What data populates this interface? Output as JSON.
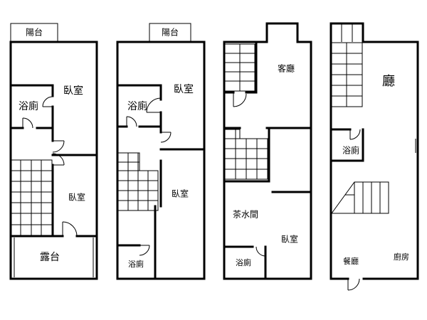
{
  "plan1": {
    "balcony": "陽台",
    "bedroom_a": "臥室",
    "bath": "浴廁",
    "bedroom_b": "臥室",
    "terrace": "露台"
  },
  "plan2": {
    "balcony": "陽台",
    "bedroom_a": "臥室",
    "bath_a": "浴廁",
    "bedroom_b": "臥室",
    "bath_b": "浴廁"
  },
  "plan3": {
    "living": "客廳",
    "tea_room": "茶水間",
    "bedroom": "臥室",
    "bath": "浴廁"
  },
  "plan4": {
    "hall": "廳",
    "bath": "浴廁",
    "dining": "餐廳",
    "kitchen": "廚房"
  }
}
